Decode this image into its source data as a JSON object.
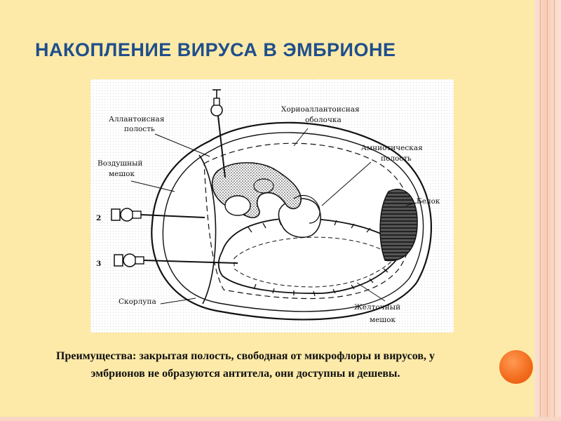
{
  "slide": {
    "title": "НАКОПЛЕНИЕ ВИРУСА В ЭМБРИОНЕ",
    "caption": "Преимущества: закрытая полость, свободная от микрофлоры и вирусов, у эмбрионов не образуются антитела, они доступны и дешевы."
  },
  "diagram": {
    "labels": {
      "allantoic_l1": "Аллантоисная",
      "allantoic_l2": "полость",
      "chorio_l1": "Хориоаллантоисная",
      "chorio_l2": "оболочка",
      "amniotic_l1": "Амниотическая",
      "amniotic_l2": "полость",
      "air_l1": "Воздушный",
      "air_l2": "мешок",
      "white": "Белок",
      "num2": "2",
      "num3": "3",
      "shell": "Скорлупа",
      "yolk_l1": "Желточный",
      "yolk_l2": "мешок"
    }
  },
  "colors": {
    "title": "#1f4e8c",
    "accent_dot": "#f26a1b",
    "background": "#fdeaa8"
  }
}
